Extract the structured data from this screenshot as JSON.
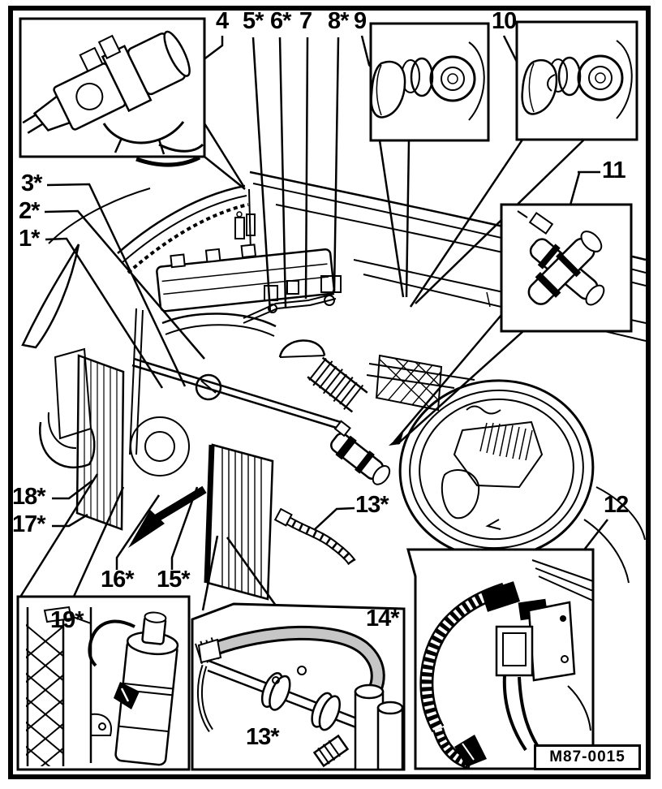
{
  "figure": {
    "stamp_code": "M87-0015"
  },
  "callouts": {
    "c1": "1*",
    "c2": "2*",
    "c3": "3*",
    "c4": "4",
    "c5": "5*",
    "c6": "6*",
    "c7": "7",
    "c8": "8*",
    "c9": "9",
    "c10": "10",
    "c11": "11",
    "c12": "12",
    "c13_main": "13*",
    "c13_inset": "13*",
    "c14": "14*",
    "c15": "15*",
    "c16": "16*",
    "c17": "17*",
    "c18": "18*",
    "c19": "19*"
  }
}
